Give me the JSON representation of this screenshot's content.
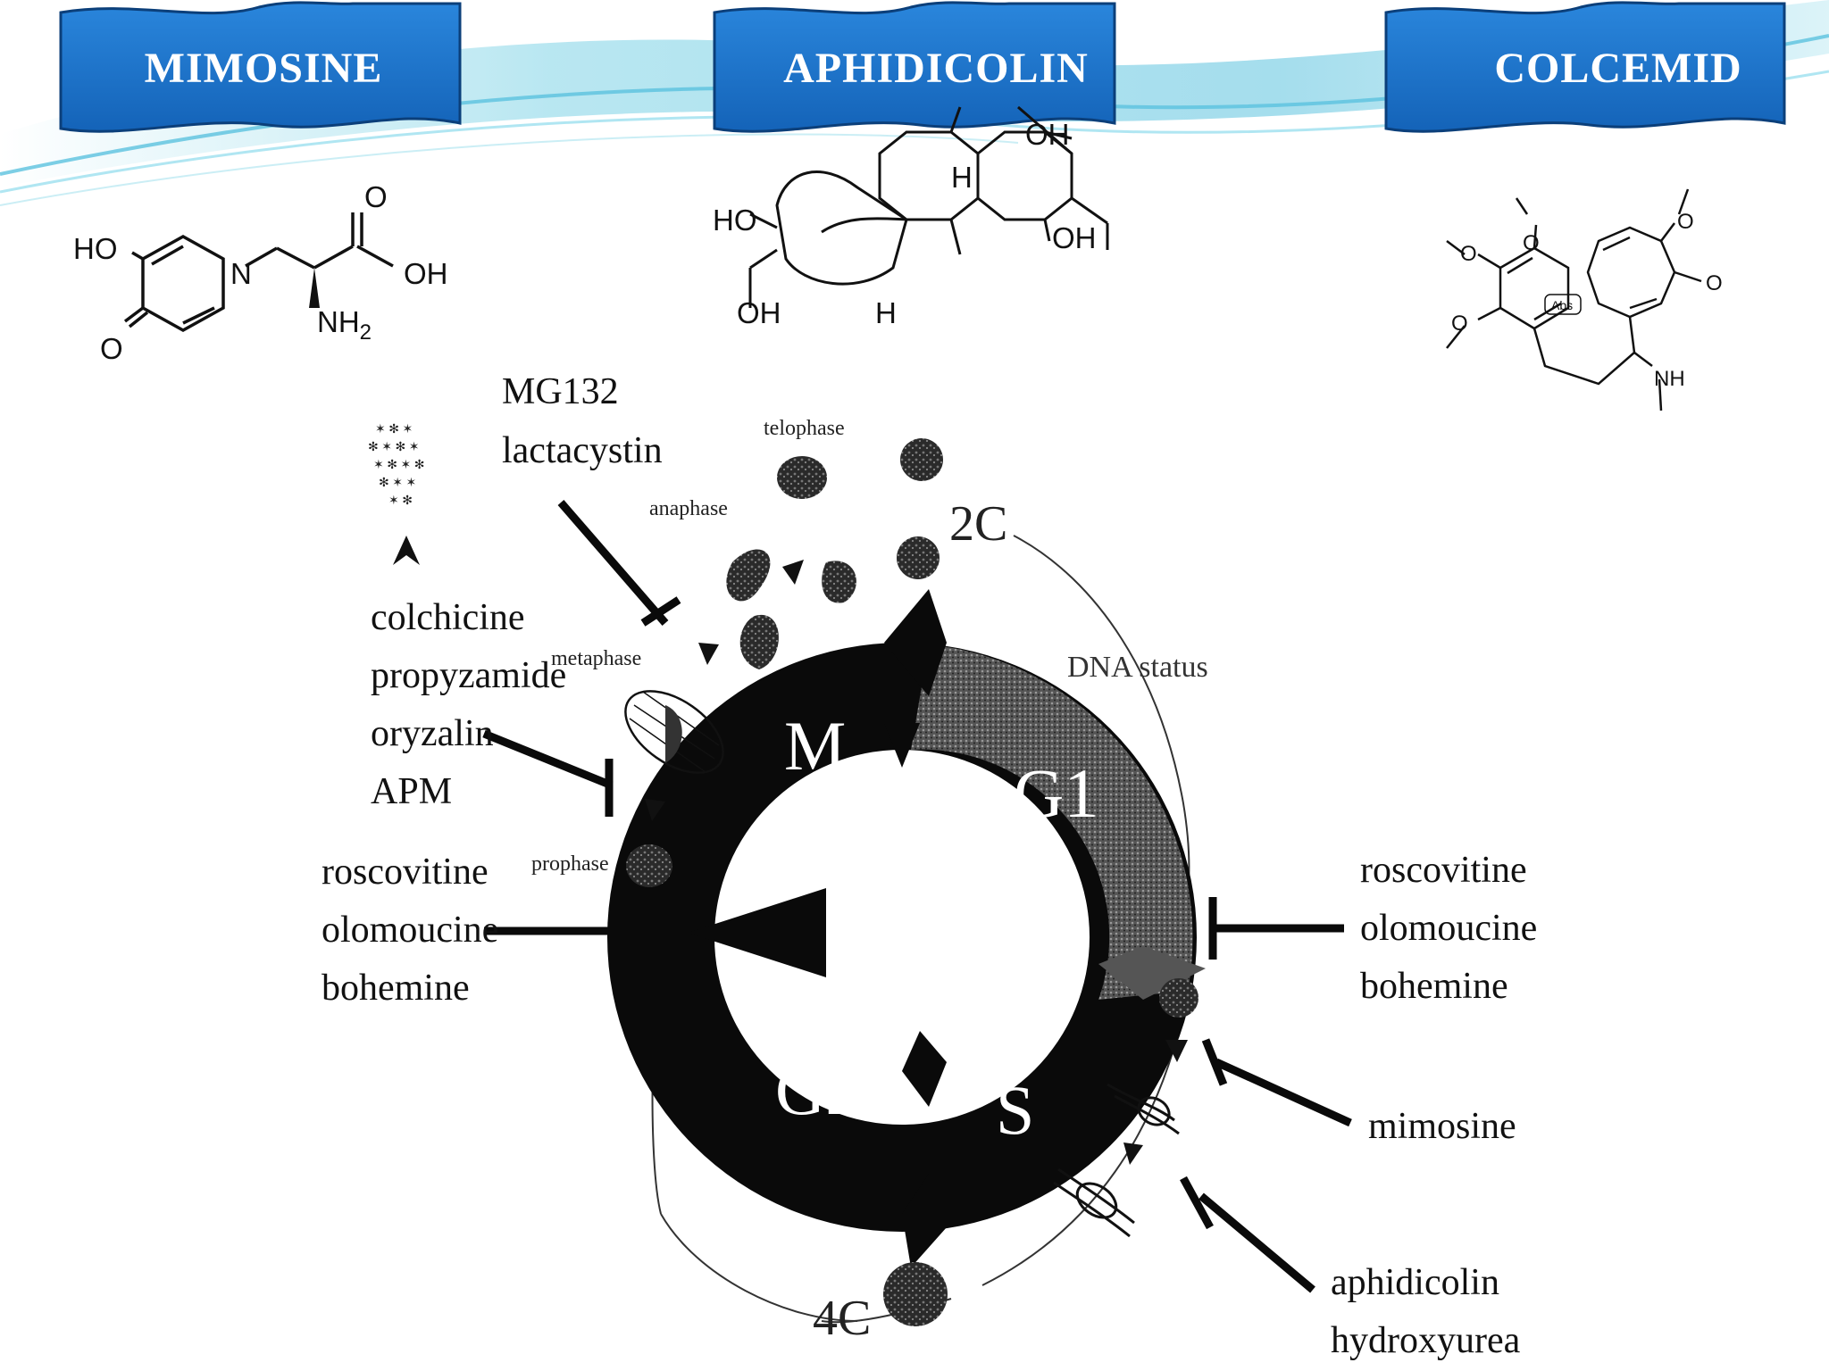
{
  "banners": [
    {
      "label": "MIMOSINE",
      "fill": "#1a6fc4"
    },
    {
      "label": "APHIDICOLIN",
      "fill": "#1a6fc4"
    },
    {
      "label": "COLCEMID",
      "fill": "#1a6fc4"
    }
  ],
  "colors": {
    "banner": "#1a6fc4",
    "banner_border": "#0b3f7a",
    "swoosh": "#7fd3e6",
    "ink": "#111111"
  },
  "structures": {
    "mimosine": {
      "HO": "HO",
      "N": "N",
      "O_carbonyl": "O",
      "OH": "OH",
      "NH2": "NH",
      "NH2_sub": "2",
      "O_ring": "O"
    },
    "aphidicolin": {
      "OH_top": "OH",
      "H_top": "H",
      "HO_left": "HO",
      "OH_right": "OH",
      "OH_bottom": "OH",
      "H_bottom": "H"
    },
    "colcemid": {
      "O1": "O",
      "O2": "O",
      "O3": "O",
      "O4": "O",
      "O_keto": "O",
      "NH": "NH",
      "abs": "Abs"
    }
  },
  "diagram": {
    "inhibitors_top": [
      "MG132",
      "lactacystin"
    ],
    "inhibitors_left_mid": [
      "colchicine",
      "propyzamide",
      "oryzalin",
      "APM"
    ],
    "inhibitors_left_low": [
      "roscovitine",
      "olomoucine",
      "bohemine"
    ],
    "inhibitors_right_g1": [
      "roscovitine",
      "olomoucine",
      "bohemine"
    ],
    "inhibitor_right_s": "mimosine",
    "inhibitors_right_bottom": [
      "aphidicolin",
      "hydroxyurea"
    ],
    "phases": {
      "telophase": "telophase",
      "anaphase": "anaphase",
      "metaphase": "metaphase",
      "prophase": "prophase"
    },
    "cycle": {
      "M": "M",
      "G1": "G1",
      "S": "S",
      "G2": "G2"
    },
    "dna": {
      "c2": "2C",
      "c4": "4C",
      "status": "DNA status"
    }
  }
}
